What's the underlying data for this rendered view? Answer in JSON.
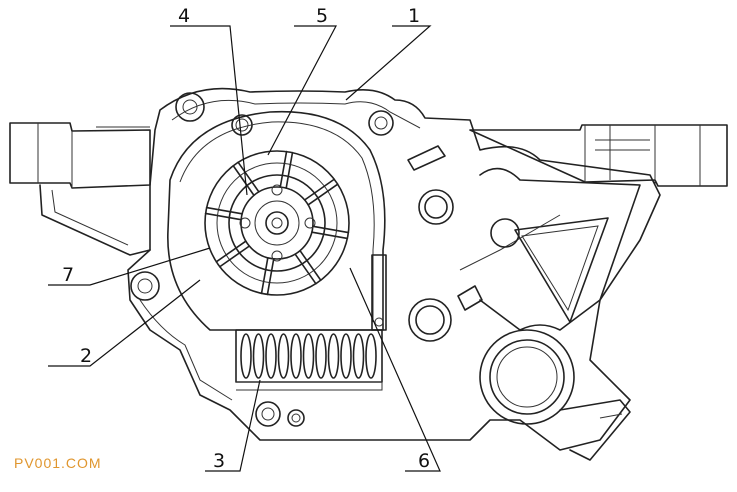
{
  "callouts": [
    {
      "id": "1",
      "text": "1"
    },
    {
      "id": "2",
      "text": "2"
    },
    {
      "id": "3",
      "text": "3"
    },
    {
      "id": "4",
      "text": "4"
    },
    {
      "id": "5",
      "text": "5"
    },
    {
      "id": "6",
      "text": "6"
    },
    {
      "id": "7",
      "text": "7"
    }
  ],
  "watermark": {
    "text": "PV001.COM",
    "color": "#e0962e"
  }
}
